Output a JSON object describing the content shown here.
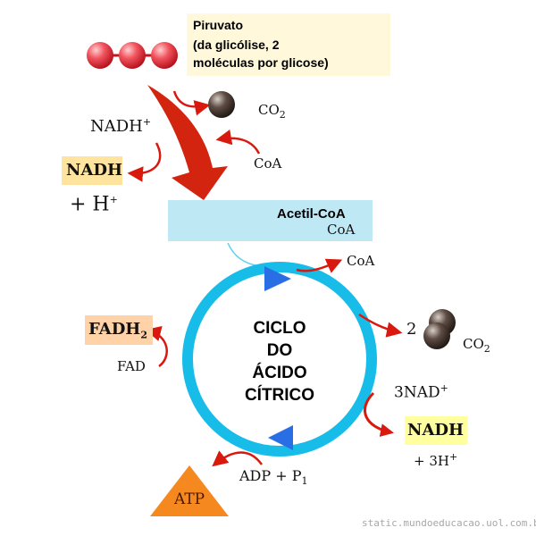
{
  "piruvato": {
    "line1": "Piruvato",
    "line2": "(da glicólise, 2",
    "line3": "moléculas por glicose)"
  },
  "co2_top": {
    "main": "CO",
    "sub": "2"
  },
  "coa_in": "CoA",
  "nadh_plus_top": {
    "main": "NADH",
    "sup": "+"
  },
  "nadh_left": "NADH",
  "h_plus_left": {
    "main": "+ H",
    "sup": "+"
  },
  "acetyl": {
    "title": "Acetil-CoA",
    "sub": "CoA"
  },
  "coa_out": "CoA",
  "cycle": {
    "line1": "CICLO",
    "line2": "DO",
    "line3": "ÁCIDO",
    "line4": "CÍTRICO"
  },
  "co2_right": {
    "count": "2",
    "main": "CO",
    "sub": "2"
  },
  "fadh2": {
    "main": "FADH",
    "sub": "2"
  },
  "fad": "FAD",
  "nad_right": {
    "main": "3NAD",
    "sup": "+"
  },
  "nadh_right": "NADH",
  "h_plus_right": {
    "main": "+ 3H",
    "sup": "+"
  },
  "adp": {
    "main": "ADP + P",
    "sub": "1"
  },
  "atp": "ATP",
  "watermark": "static.mundoeducacao.uol.com.br",
  "colors": {
    "cycle_ring": "#17bde8",
    "red_arrow": "#d9190e",
    "pyruvate_sphere": "#e8404a",
    "acetyl_sphere": "#3c3ca8",
    "co2_sphere": "#4a3b34",
    "atp_triangle": "#f5891f",
    "cycle_arrowhead": "#2a6ee6"
  }
}
